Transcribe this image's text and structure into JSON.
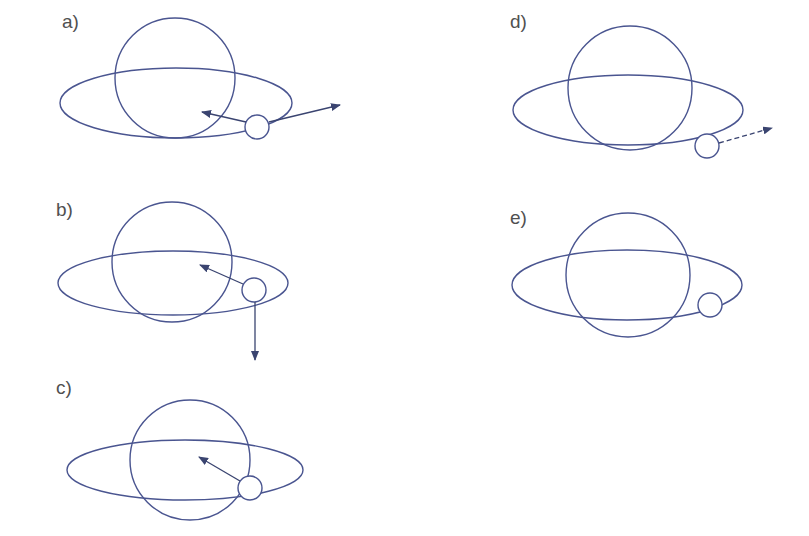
{
  "diagram": {
    "labels": [
      "a)",
      "b)",
      "c)",
      "d)",
      "e)"
    ]
  }
}
